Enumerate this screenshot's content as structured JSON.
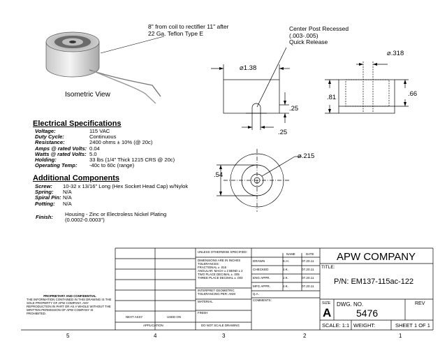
{
  "annotations": {
    "lead_note_line1": "8\" from coil to rectifier 11\" after",
    "lead_note_line2": "22 Ga. Teflon Type E",
    "center_post_line1": "Center Post Recessed",
    "center_post_line2": "(.003-.005)",
    "center_post_line3": "Quick Release",
    "isometric_label": "Isometric View"
  },
  "dimensions": {
    "dia_138": "1.38",
    "dia_318": ".318",
    "dia_215": ".215",
    "h_81": ".81",
    "h_66": ".66",
    "h_25_side": ".25",
    "h_25_bottom": ".25",
    "h_54": ".54"
  },
  "electrical": {
    "heading": "Electrical Specifications",
    "rows": [
      {
        "label": "Voltage:",
        "value": "115 VAC"
      },
      {
        "label": "Duty Cycle:",
        "value": "Continuous"
      },
      {
        "label": "Resistance:",
        "value": "2400 ohms ± 10% (@ 20c)"
      },
      {
        "label": "Amps @ rated Volts:",
        "value": "0.04"
      },
      {
        "label": "Watts @ rated Volts:",
        "value": "5.0"
      },
      {
        "label": "Holding:",
        "value": "33 lbs (1/4\" Thick 1215 CRS @ 20c)"
      },
      {
        "label": "Operating Temp:",
        "value": "-40c to 60c (range)"
      }
    ]
  },
  "additional": {
    "heading": "Additional Components",
    "rows": [
      {
        "label": "Screw:",
        "value": "10-32 x 13/16\" Long (Hex Socket Head Cap) w/Nylok"
      },
      {
        "label": "Spring:",
        "value": "N/A"
      },
      {
        "label": "Spiral Pin:",
        "value": "N/A"
      },
      {
        "label": "Potting:",
        "value": "N/A"
      }
    ],
    "finish_label": "Finish:",
    "finish_line1": "Housing - Zinc or Electroless Nickel Plating",
    "finish_line2": "(0.0002-0.0003\")"
  },
  "title_block": {
    "proprietary_heading": "PROPRIETARY AND CONFIDENTIAL",
    "proprietary_text": "THE INFORMATION CONTAINED IN THIS DRAWING IS THE SOLE PROPERTY OF APW COMPANY. ANY REPRODUCTION IN PART OR AS A WHOLE WITHOUT THE WRITTEN PERMISSION OF APW COMPANY IS PROHIBITED.",
    "next_assy": "NEXT ASSY",
    "used_on": "USED ON",
    "application": "APPLICATION",
    "unless": "UNLESS OTHERWISE SPECIFIED:",
    "tolerance_lines": [
      "DIMENSIONS ARE IN INCHES",
      "TOLERANCES:",
      "FRACTIONAL ± .015",
      "ANGULAR: MACH ± 2   BEND ± 2",
      "TWO PLACE DECIMAL    ± .005",
      "THREE PLACE DECIMAL  ± .003"
    ],
    "interpret": "INTERPRET GEOMETRIC TOLERANCING PER: ANSI",
    "material": "MATERIAL",
    "finish": "FINISH",
    "do_not_scale": "DO NOT SCALE DRAWING",
    "col_name": "NAME",
    "col_date": "DATE",
    "approvals": [
      {
        "role": "DRAWN",
        "name": "K.H.",
        "date": "07.20.11"
      },
      {
        "role": "CHECKED",
        "name": "J.K.",
        "date": "07.20.11"
      },
      {
        "role": "ENG APPR.",
        "name": "J.K.",
        "date": "07.20.11"
      },
      {
        "role": "MFG APPR.",
        "name": "J.K.",
        "date": "07.20.11"
      }
    ],
    "qa": "Q.A.",
    "comments": "COMMENTS:",
    "company": "APW COMPANY",
    "title_label": "TITLE:",
    "part_number": "P/N: EM137-115ac-122",
    "size_label": "SIZE",
    "size_value": "A",
    "dwg_no_label": "DWG.  NO.",
    "dwg_no_value": "5476",
    "rev_label": "REV",
    "scale": "SCALE: 1:1",
    "weight": "WEIGHT:",
    "sheet": "SHEET 1 OF 1"
  },
  "zones": [
    "5",
    "4",
    "3",
    "2",
    "1"
  ]
}
